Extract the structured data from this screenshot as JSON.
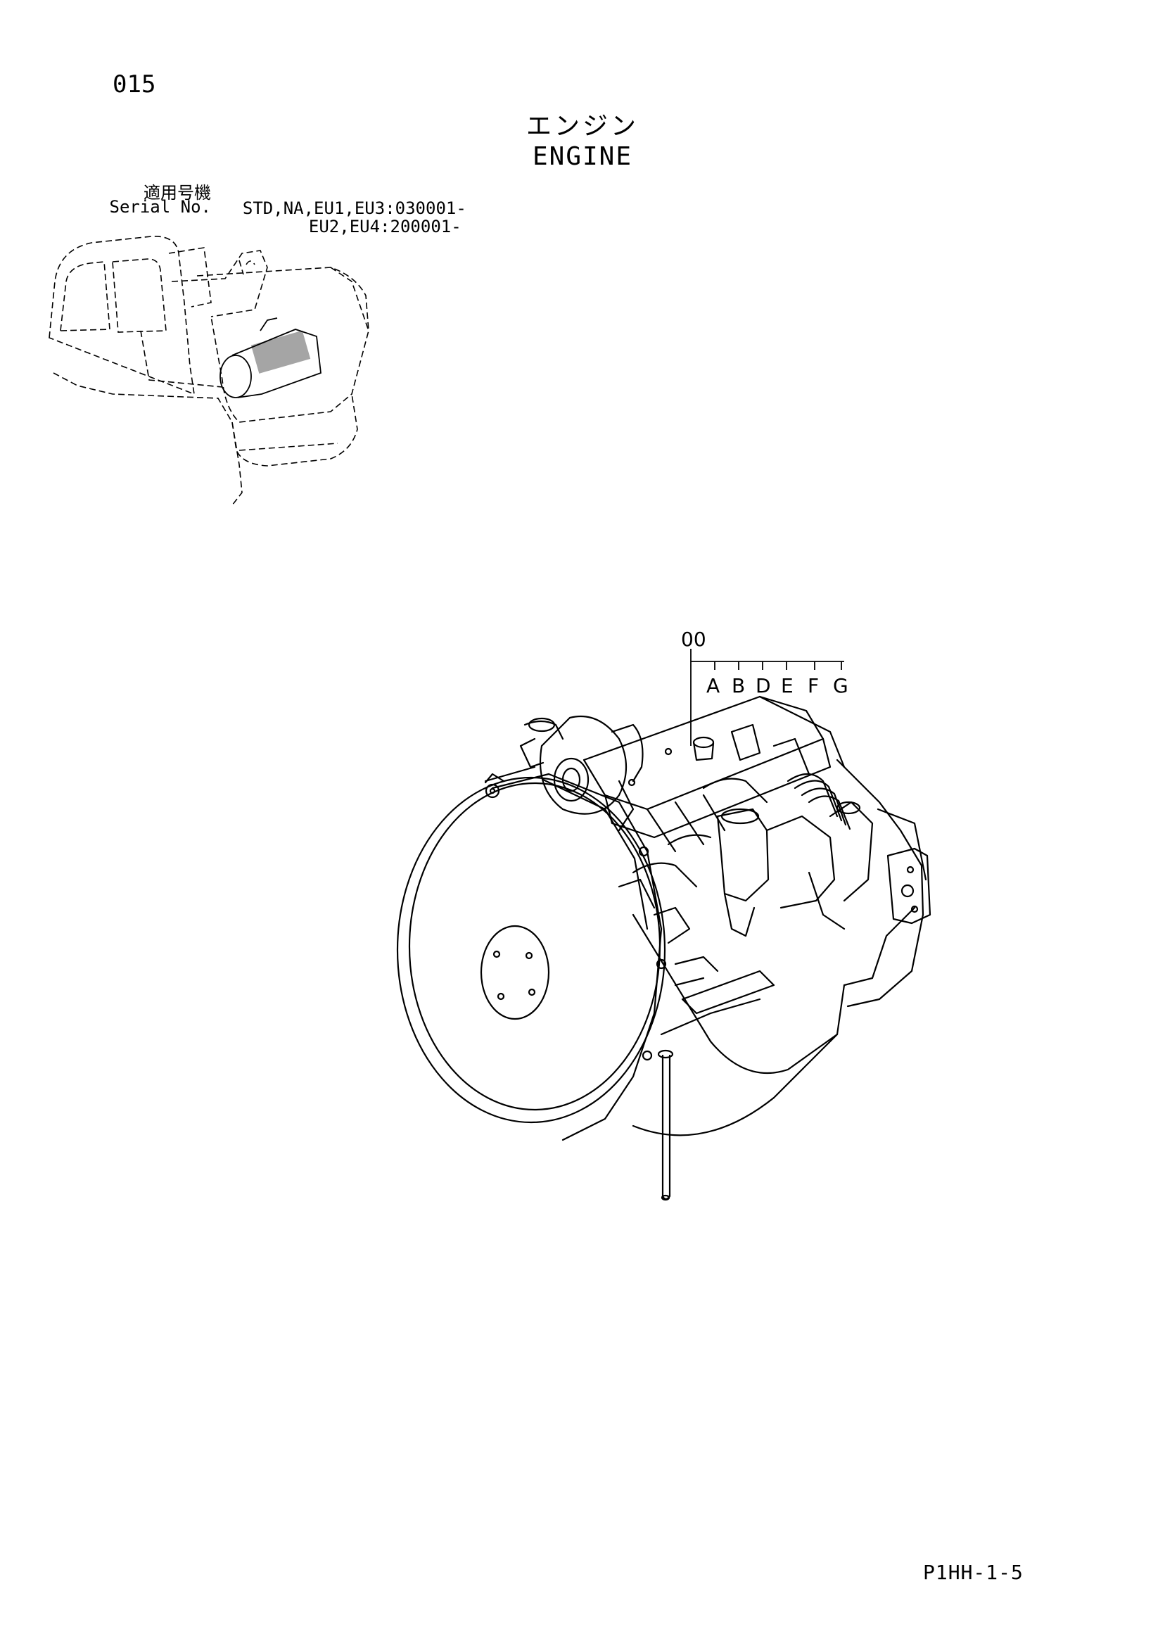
{
  "page": {
    "number": "015",
    "title_jp": "エンジン",
    "title_en": "ENGINE",
    "doc_code": "P1HH-1-5"
  },
  "applicability": {
    "label_jp": "適用号機",
    "label_en": "Serial No.",
    "rows": [
      {
        "models": "STD,NA,EU1,EU3",
        "serial": "030001-"
      },
      {
        "models": "EU2,EU4",
        "serial": "200001-"
      }
    ]
  },
  "diagram": {
    "assembly_ref": "00",
    "sub_refs": [
      "A",
      "B",
      "D",
      "E",
      "F",
      "G"
    ]
  }
}
